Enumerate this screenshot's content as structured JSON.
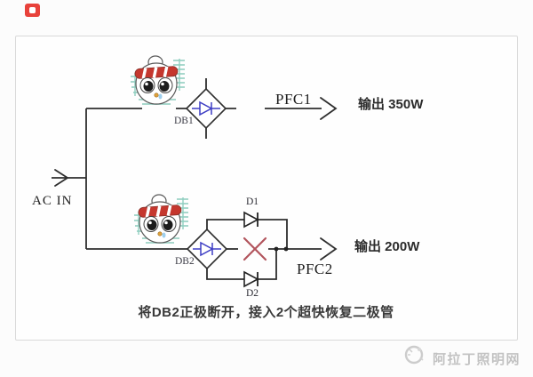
{
  "header": {
    "badge_icon": "red-app-badge"
  },
  "circuit": {
    "input": {
      "label": "AC IN"
    },
    "top_branch": {
      "bridge_label": "DB1",
      "stage_label": "PFC1",
      "output_label": "输出 350W"
    },
    "bottom_branch": {
      "bridge_label": "DB2",
      "stage_label": "PFC2",
      "diode_top_label": "D1",
      "diode_bottom_label": "D2",
      "output_label": "输出 200W"
    },
    "caption": "将DB2正极断开，接入2个超快恢复二极管",
    "colors": {
      "wire": "#2e2e2e",
      "bridge_diode_blue": "#3d3dc4",
      "break_cross_red": "#b2545c",
      "mascot_band_red": "#c5372e",
      "mascot_circuit_teal": "#a8d8cd",
      "badge_red": "#e8423b"
    }
  },
  "watermark": {
    "site_name": "阿拉丁照明网",
    "logo_icon": "aladdin-lamp-circle"
  }
}
